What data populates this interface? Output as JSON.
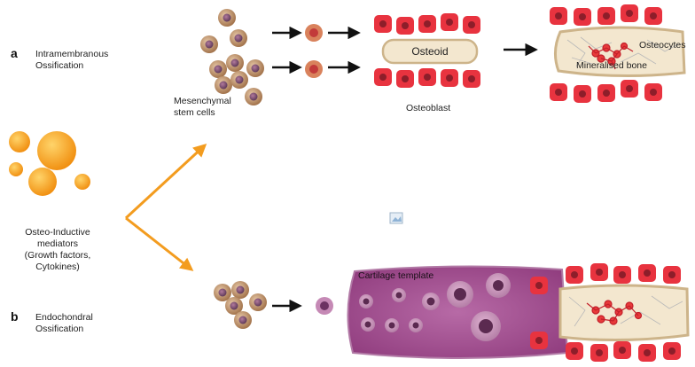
{
  "panel_a": {
    "letter": "a",
    "title_line1": "Intramembranous",
    "title_line2": "Ossification",
    "msc_line1": "Mesenchymal",
    "msc_line2": "stem cells",
    "osteoid": "Osteoid",
    "osteoblast": "Osteoblast",
    "osteocytes": "Osteocytes",
    "mineralised_bone": "Mineralised bone"
  },
  "panel_b": {
    "letter": "b",
    "title_line1": "Endochondral",
    "title_line2": "Ossification",
    "cartilage_template": "Cartilage template"
  },
  "mediators": {
    "line1": "Osteo-Inductive",
    "line2": "mediators",
    "line3": "(Growth factors,",
    "line4": "Cytokines)"
  },
  "colors": {
    "mediator": "#f7a21b",
    "msc_outer": "#b98a5e",
    "msc_inner": "#6e4a6a",
    "osteoblast": "#e8333f",
    "matrix": "#f3e7cf",
    "matrix_border": "#cdb48a",
    "mineral": "#e83a3a",
    "cartilage": "#a2508f",
    "chondrocyte": "#c589b5",
    "arrow_orange": "#f39c1f",
    "arrow_black": "#111111"
  }
}
